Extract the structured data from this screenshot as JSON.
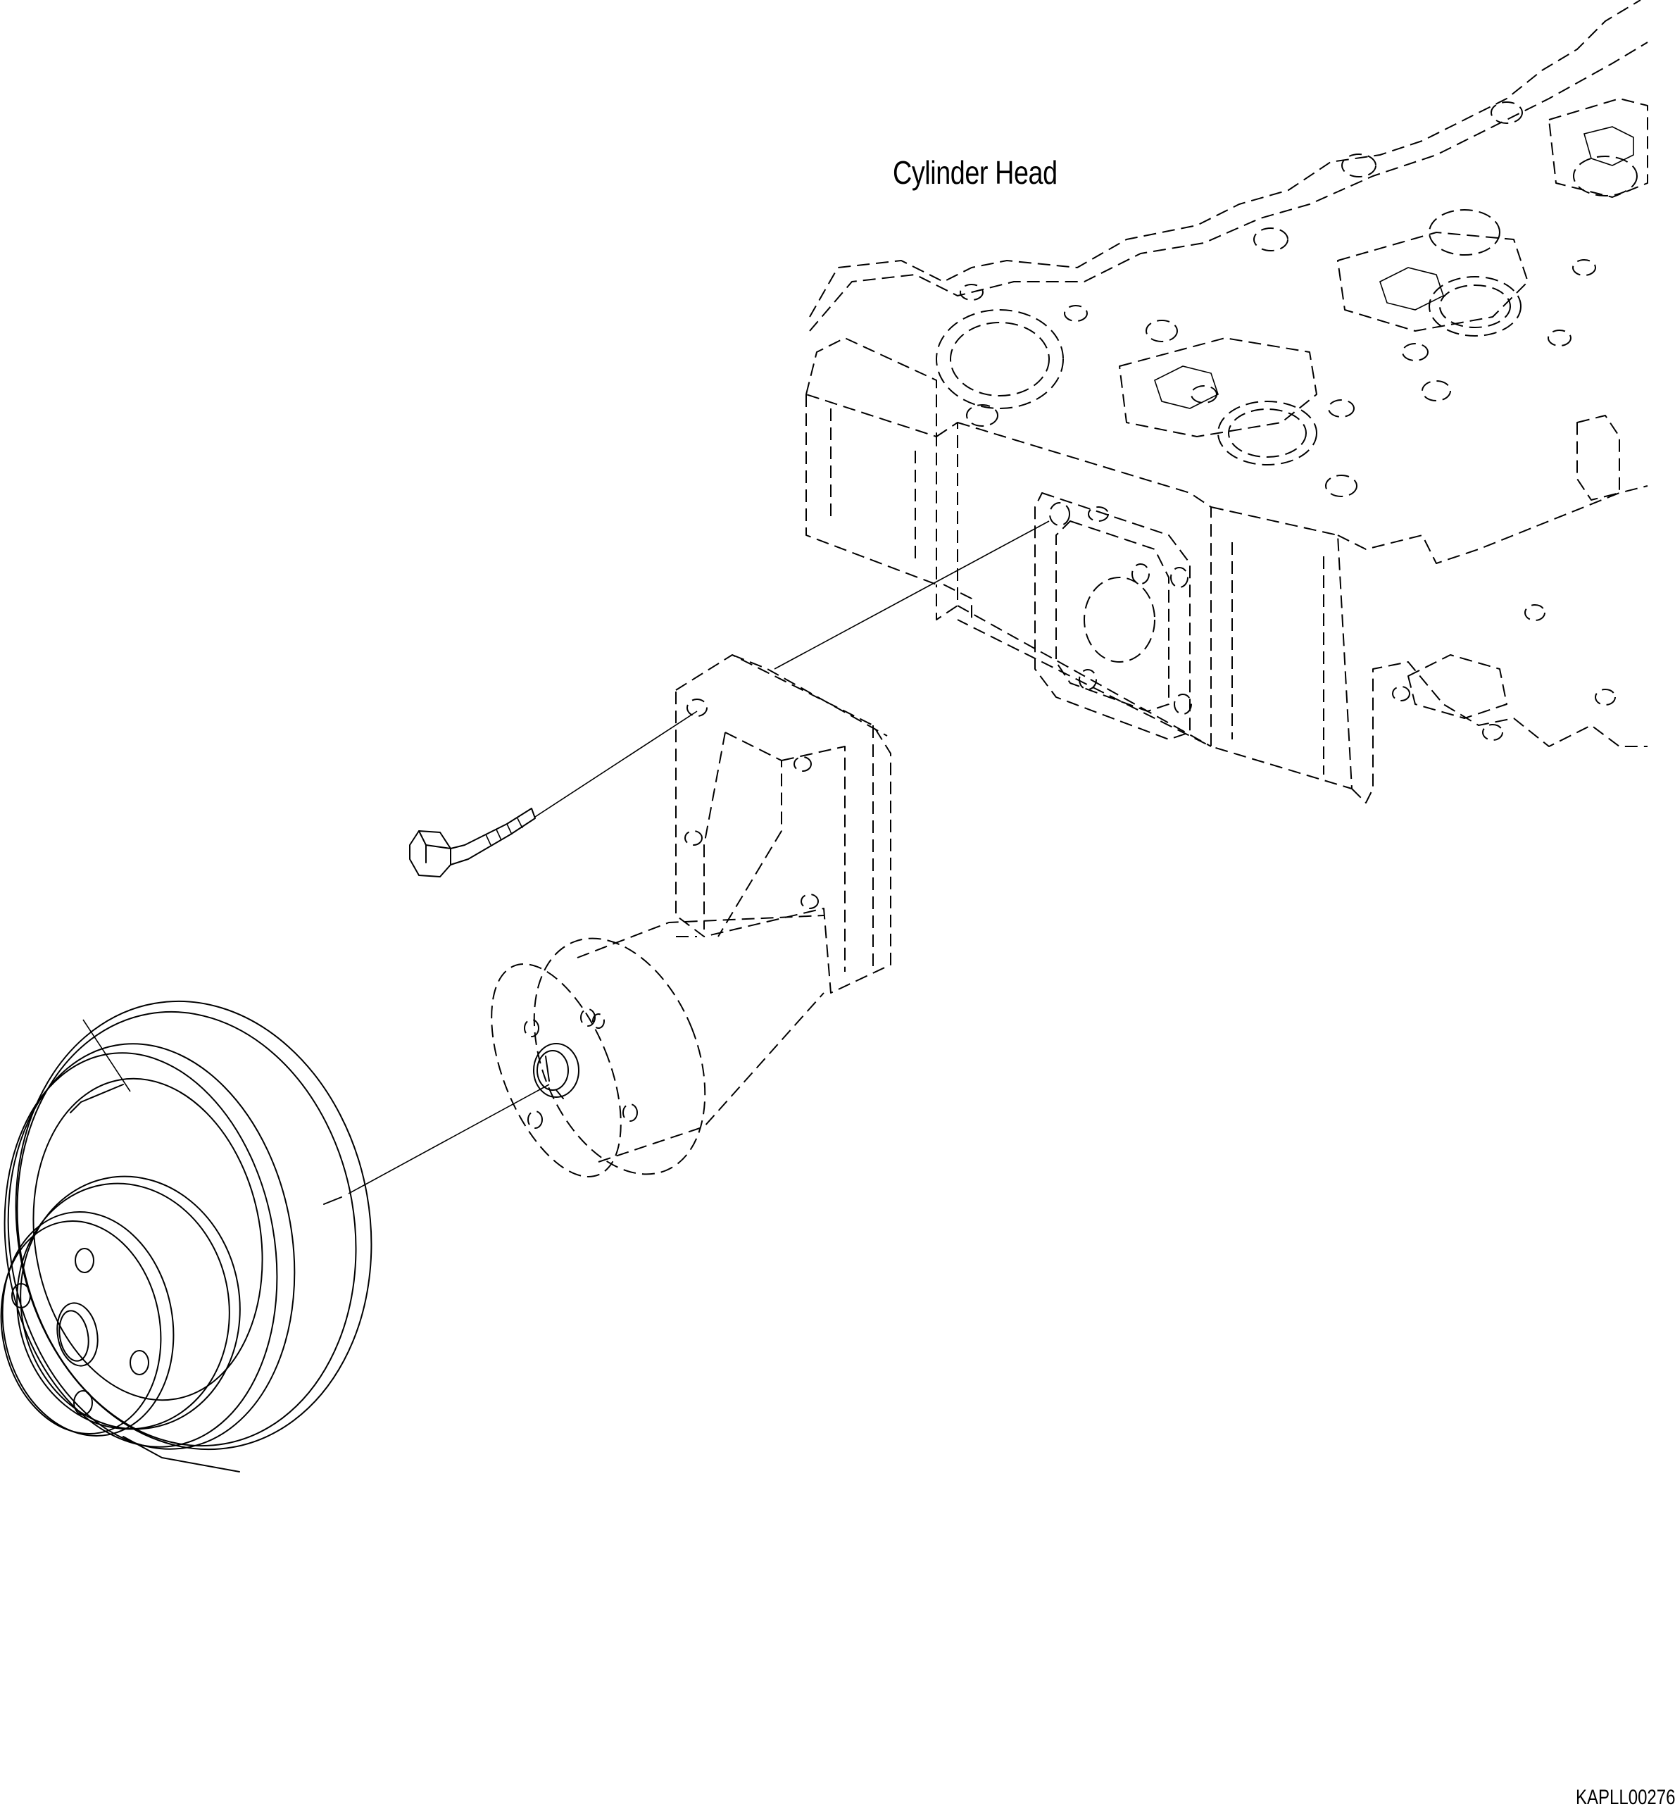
{
  "labels": {
    "cylinder_head": "Cylinder Head",
    "drawing_code": "KAPLL00276"
  },
  "parts": {
    "cylinder_head": "cylinder-head-assembly",
    "bracket": "water-pump-bracket",
    "bolt": "mounting-bolt",
    "pump": "water-pump",
    "pulley": "fan-pulley"
  }
}
